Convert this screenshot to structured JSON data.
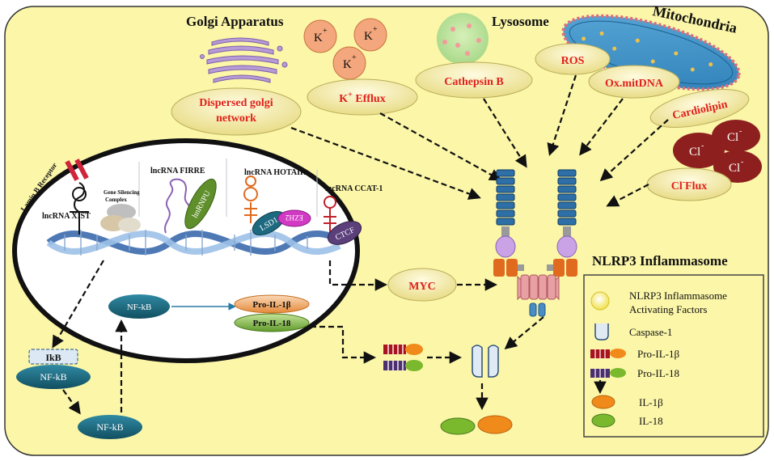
{
  "organelles": {
    "golgi": "Golgi Apparatus",
    "lysosome": "Lysosome",
    "mitochondria": "Mitochondria"
  },
  "ion": {
    "k": "K",
    "plus": "+",
    "cl": "Cl",
    "minus": "-"
  },
  "factors": {
    "dispersed_golgi_line1": "Dispersed golgi",
    "dispersed_golgi_line2": "network",
    "k_efflux_base": "K",
    "k_efflux_sup": "+",
    "k_efflux_rest": " Efflux",
    "cathepsin": "Cathepsin B",
    "ros": "ROS",
    "oxmitdna": "Ox.mitDNA",
    "cardiolipin": "Cardiolipin",
    "cl_flux_base": "Cl",
    "cl_flux_sup": "-",
    "cl_flux_rest": "Flux",
    "myc": "MYC"
  },
  "nucleus": {
    "lamin": "Lamin B Receptor",
    "xist": "lncRNA XIST",
    "gene_silencing_line1": "Gene Silencing",
    "gene_silencing_line2": "Complex",
    "firre": "lncRNA FIRRE",
    "hnrnpu": "hnRNPU",
    "hotair": "lncRNA HOTAIR",
    "lsd1": "LSD1",
    "ezh2": "EZH2",
    "ccat1": "lncRNA CCAT-1",
    "ctcf": "CTCF"
  },
  "signaling": {
    "nfkb_nucleus": "NF-kB",
    "pro_il1b": "Pro-IL-1β",
    "pro_il18": "Pro-IL-18",
    "ikb": "IkB",
    "nfkb_complex": "NF-kB",
    "nfkb_free": "NF-kB"
  },
  "inflammasome_title": "NLRP3 Inflammasome",
  "legend": {
    "activating_line1": "NLRP3 Inflammasome",
    "activating_line2": "Activating Factors",
    "caspase": "Caspase-1",
    "pro_il1b": "Pro-IL-1β",
    "pro_il18": "Pro-IL-18",
    "il1b": "IL-1β",
    "il18": "IL-18"
  },
  "colors": {
    "cell_fill": "#fbf6a8",
    "factor_fill": "#f1e79a",
    "label_red": "#e0201b",
    "nfkb_teal": "#1d6a80",
    "nlrp3_blue": "#2e6fa8",
    "pyd_purple": "#c9a3e6",
    "nacht_orange": "#e06a1e",
    "caspase_pink": "#e8a0a4",
    "cl_dark_red": "#8e1f1f",
    "k_orange": "#f4a77c",
    "il1b_orange": "#f08a1a",
    "il18_green": "#7ab82e"
  }
}
